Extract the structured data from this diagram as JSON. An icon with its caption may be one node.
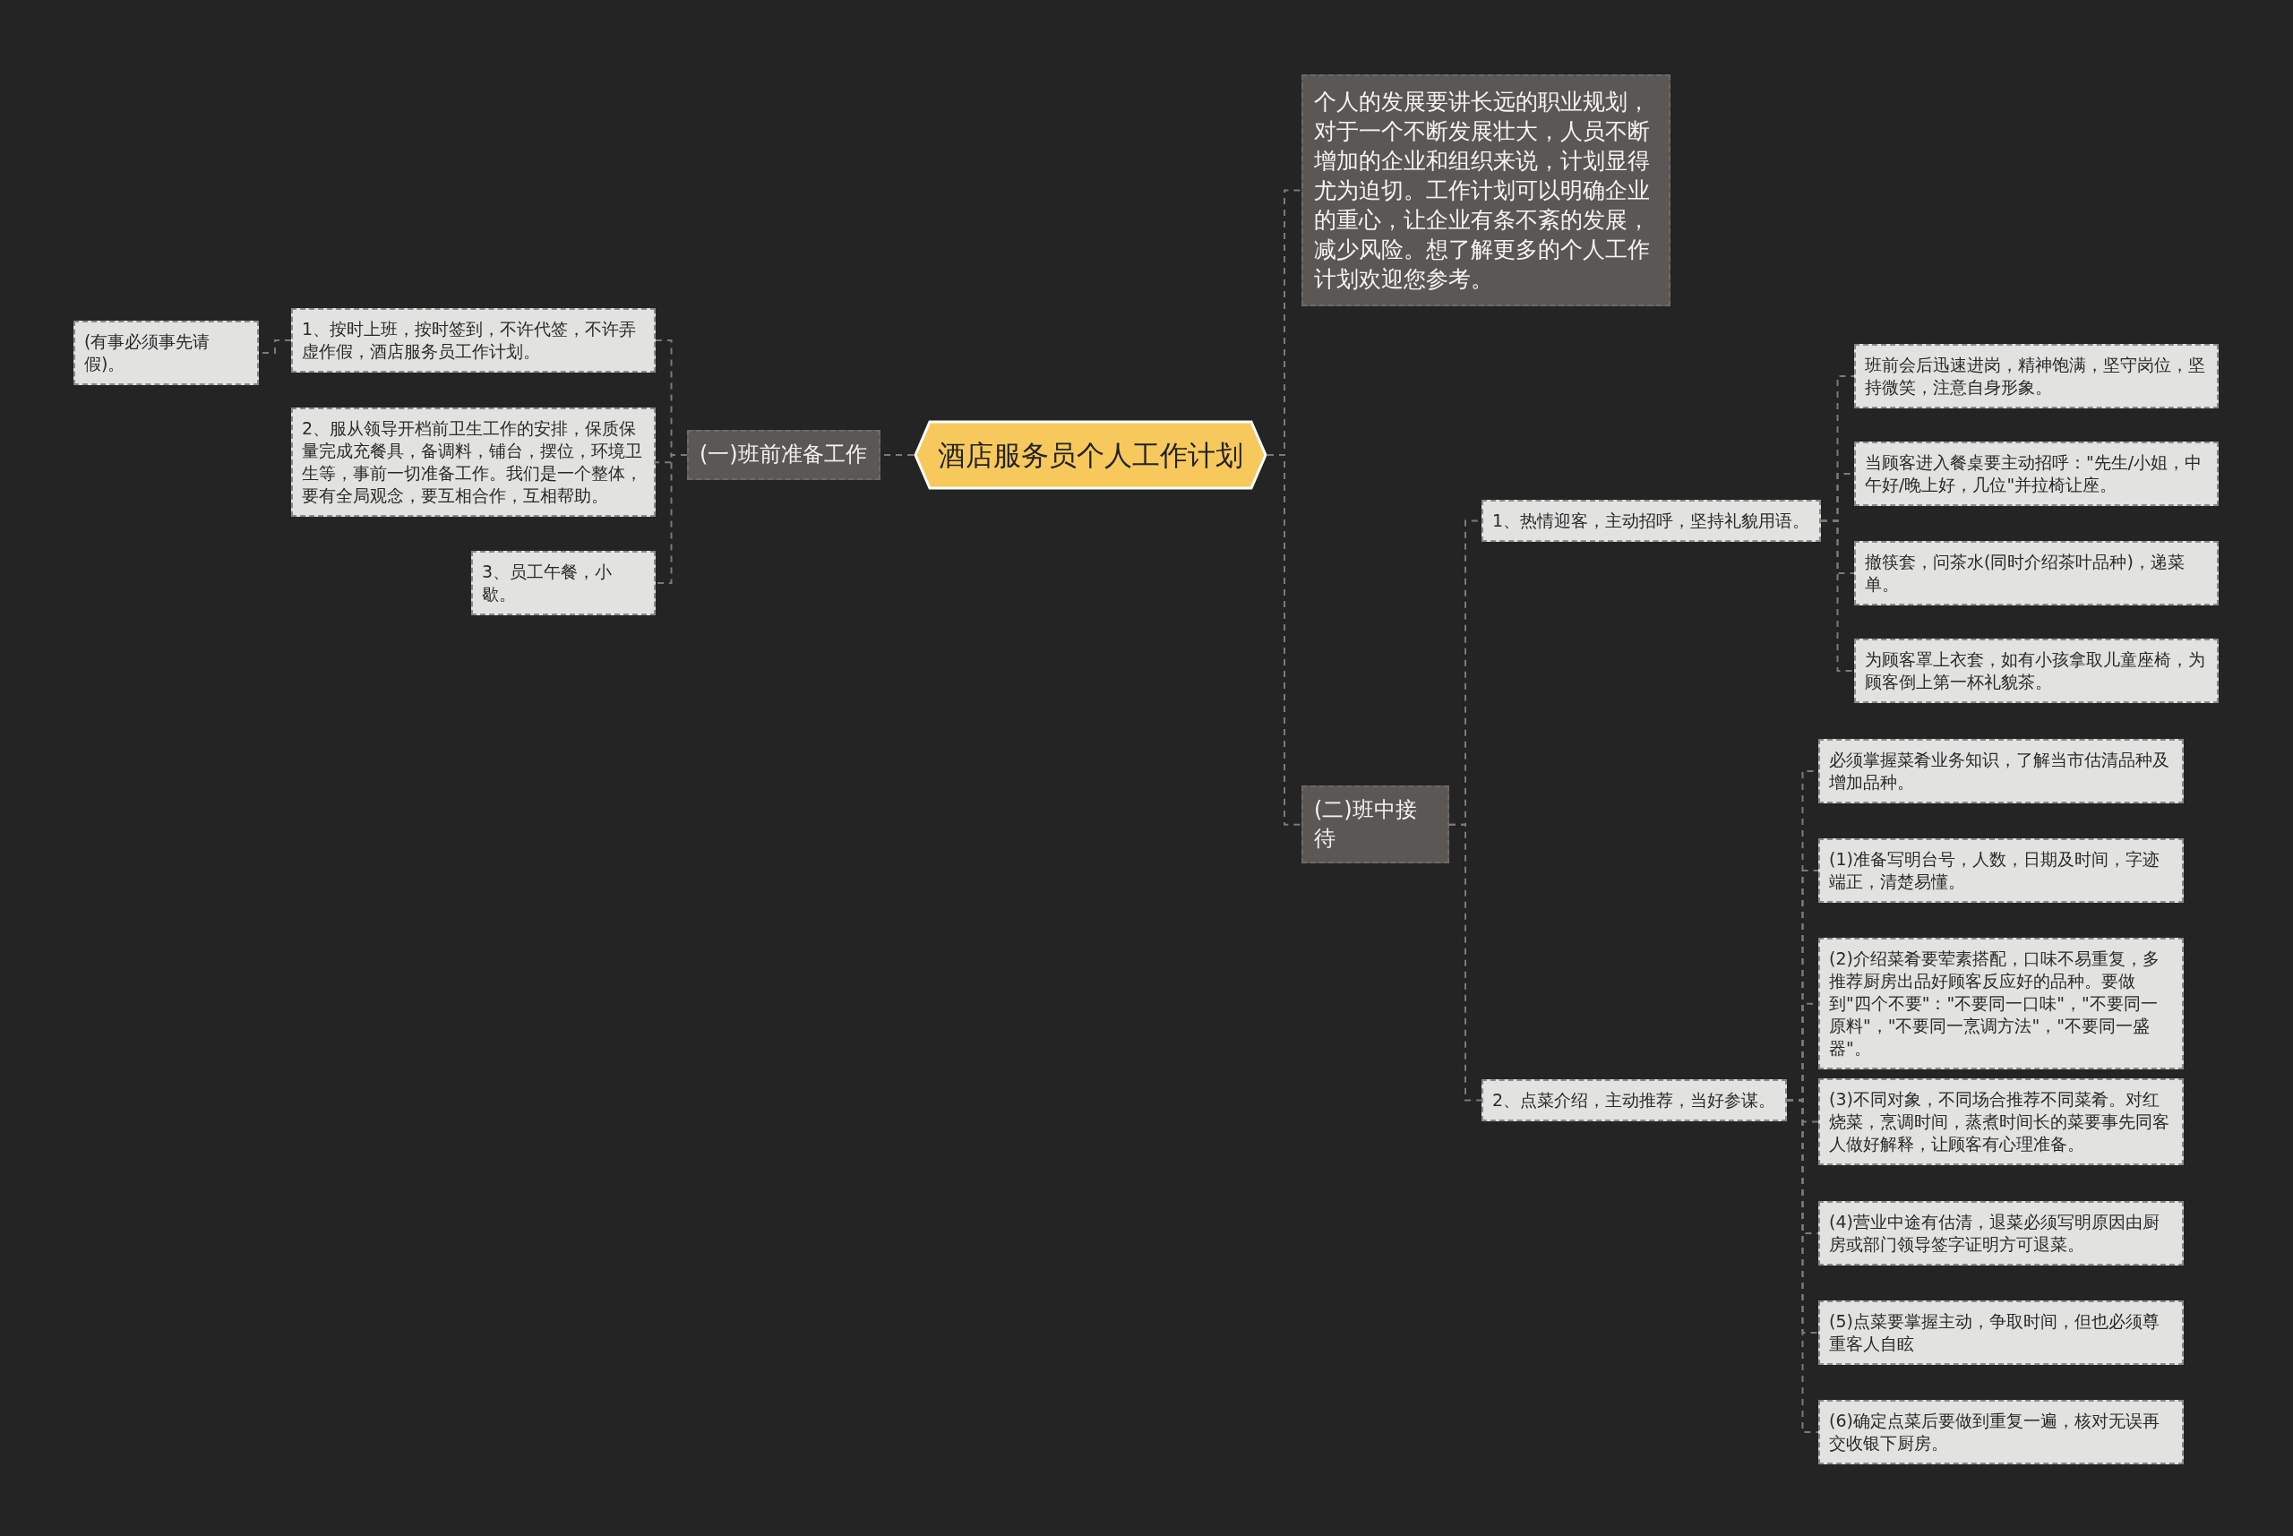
{
  "diagram": {
    "nodes": [
      {
        "text": [
          "酒店服务员个人工作计划"
        ]
      },
      {
        "text": [
          "个人的发展要讲长远的职业规划，对于一个不断发展壮大，人员不断增加的企业和组织来说，计划显得尤为迫切。工作计划可以明确企业的重心，让企业有条不紊的发展，减少风险。想了解更多的个人工作计划欢迎您参考。"
        ]
      },
      {
        "text": [
          "(一)班前准备工作"
        ]
      },
      {
        "text": [
          "1、按时上班，按时签到，不许代签，不许弄虚作假，酒店服务员工作计划。"
        ]
      },
      {
        "text": [
          "(有事必须事先请假)。"
        ]
      },
      {
        "text": [
          "2、服从领导开档前卫生工作的安排，保质保量完成充餐具，备调料，铺台，摆位，环境卫生等，事前一切准备工作。我们是一个整体，要有全局观念，要互相合作，互相帮助。"
        ]
      },
      {
        "text": [
          "3、员工午餐，小歇。"
        ]
      },
      {
        "text": [
          "(二)班中接待"
        ]
      },
      {
        "text": [
          "1、热情迎客，主动招呼，坚持礼貌用语。"
        ]
      },
      {
        "text": [
          "班前会后迅速进岗，精神饱满，坚守岗位，坚持微笑，注意自身形象。"
        ]
      },
      {
        "text": [
          "当顾客进入餐桌要主动招呼：\"先生/小姐，中午好/晚上好，几位\"并拉椅让座。"
        ]
      },
      {
        "text": [
          "撤筷套，问茶水(同时介绍茶叶品种)，递菜单。"
        ]
      },
      {
        "text": [
          "为顾客罩上衣套，如有小孩拿取儿童座椅，为顾客倒上第一杯礼貌茶。"
        ]
      },
      {
        "text": [
          "2、点菜介绍，主动推荐，当好参谋。"
        ]
      },
      {
        "text": [
          "必须掌握菜肴业务知识，了解当市估清品种及增加品种。"
        ]
      },
      {
        "text": [
          "(1)准备写明台号，人数，日期及时间，字迹端正，清楚易懂。"
        ]
      },
      {
        "text": [
          "(2)介绍菜肴要荤素搭配，口味不易重复，多推荐厨房出品好顾客反应好的品种。要做到\"四个不要\"：\"不要同一口味\"，\"不要同一原料\"，\"不要同一烹调方法\"，\"不要同一盛器\"。"
        ]
      },
      {
        "text": [
          "(3)不同对象，不同场合推荐不同菜肴。对红烧菜，烹调时间，蒸煮时间长的菜要事先同客人做好解释，让顾客有心理准备。"
        ]
      },
      {
        "text": [
          "(4)营业中途有估清，退菜必须写明原因由厨房或部门领导签字证明方可退菜。"
        ]
      },
      {
        "text": [
          "(5)点菜要掌握主动，争取时间，但也必须尊重客人自眩"
        ]
      },
      {
        "text": [
          "(6)确定点菜后要做到重复一遍，核对无误再交收银下厨房。"
        ]
      }
    ],
    "edges": [
      {
        "from": 0,
        "to": 1,
        "arrow": "none"
      },
      {
        "from": 0,
        "to": 2,
        "arrow": "none"
      },
      {
        "from": 0,
        "to": 7,
        "arrow": "none"
      },
      {
        "from": 2,
        "to": 3,
        "arrow": "none"
      },
      {
        "from": 2,
        "to": 5,
        "arrow": "none"
      },
      {
        "from": 2,
        "to": 6,
        "arrow": "none"
      },
      {
        "from": 3,
        "to": 4,
        "arrow": "none"
      },
      {
        "from": 7,
        "to": 8,
        "arrow": "none"
      },
      {
        "from": 7,
        "to": 13,
        "arrow": "none"
      },
      {
        "from": 8,
        "to": 9,
        "arrow": "none"
      },
      {
        "from": 8,
        "to": 10,
        "arrow": "none"
      },
      {
        "from": 8,
        "to": 11,
        "arrow": "none"
      },
      {
        "from": 8,
        "to": 12,
        "arrow": "none"
      },
      {
        "from": 13,
        "to": 14,
        "arrow": "none"
      },
      {
        "from": 13,
        "to": 15,
        "arrow": "none"
      },
      {
        "from": 13,
        "to": 16,
        "arrow": "none"
      },
      {
        "from": 13,
        "to": 17,
        "arrow": "none"
      },
      {
        "from": 13,
        "to": 18,
        "arrow": "none"
      },
      {
        "from": 13,
        "to": 19,
        "arrow": "none"
      },
      {
        "from": 13,
        "to": 20,
        "arrow": "none"
      }
    ]
  }
}
